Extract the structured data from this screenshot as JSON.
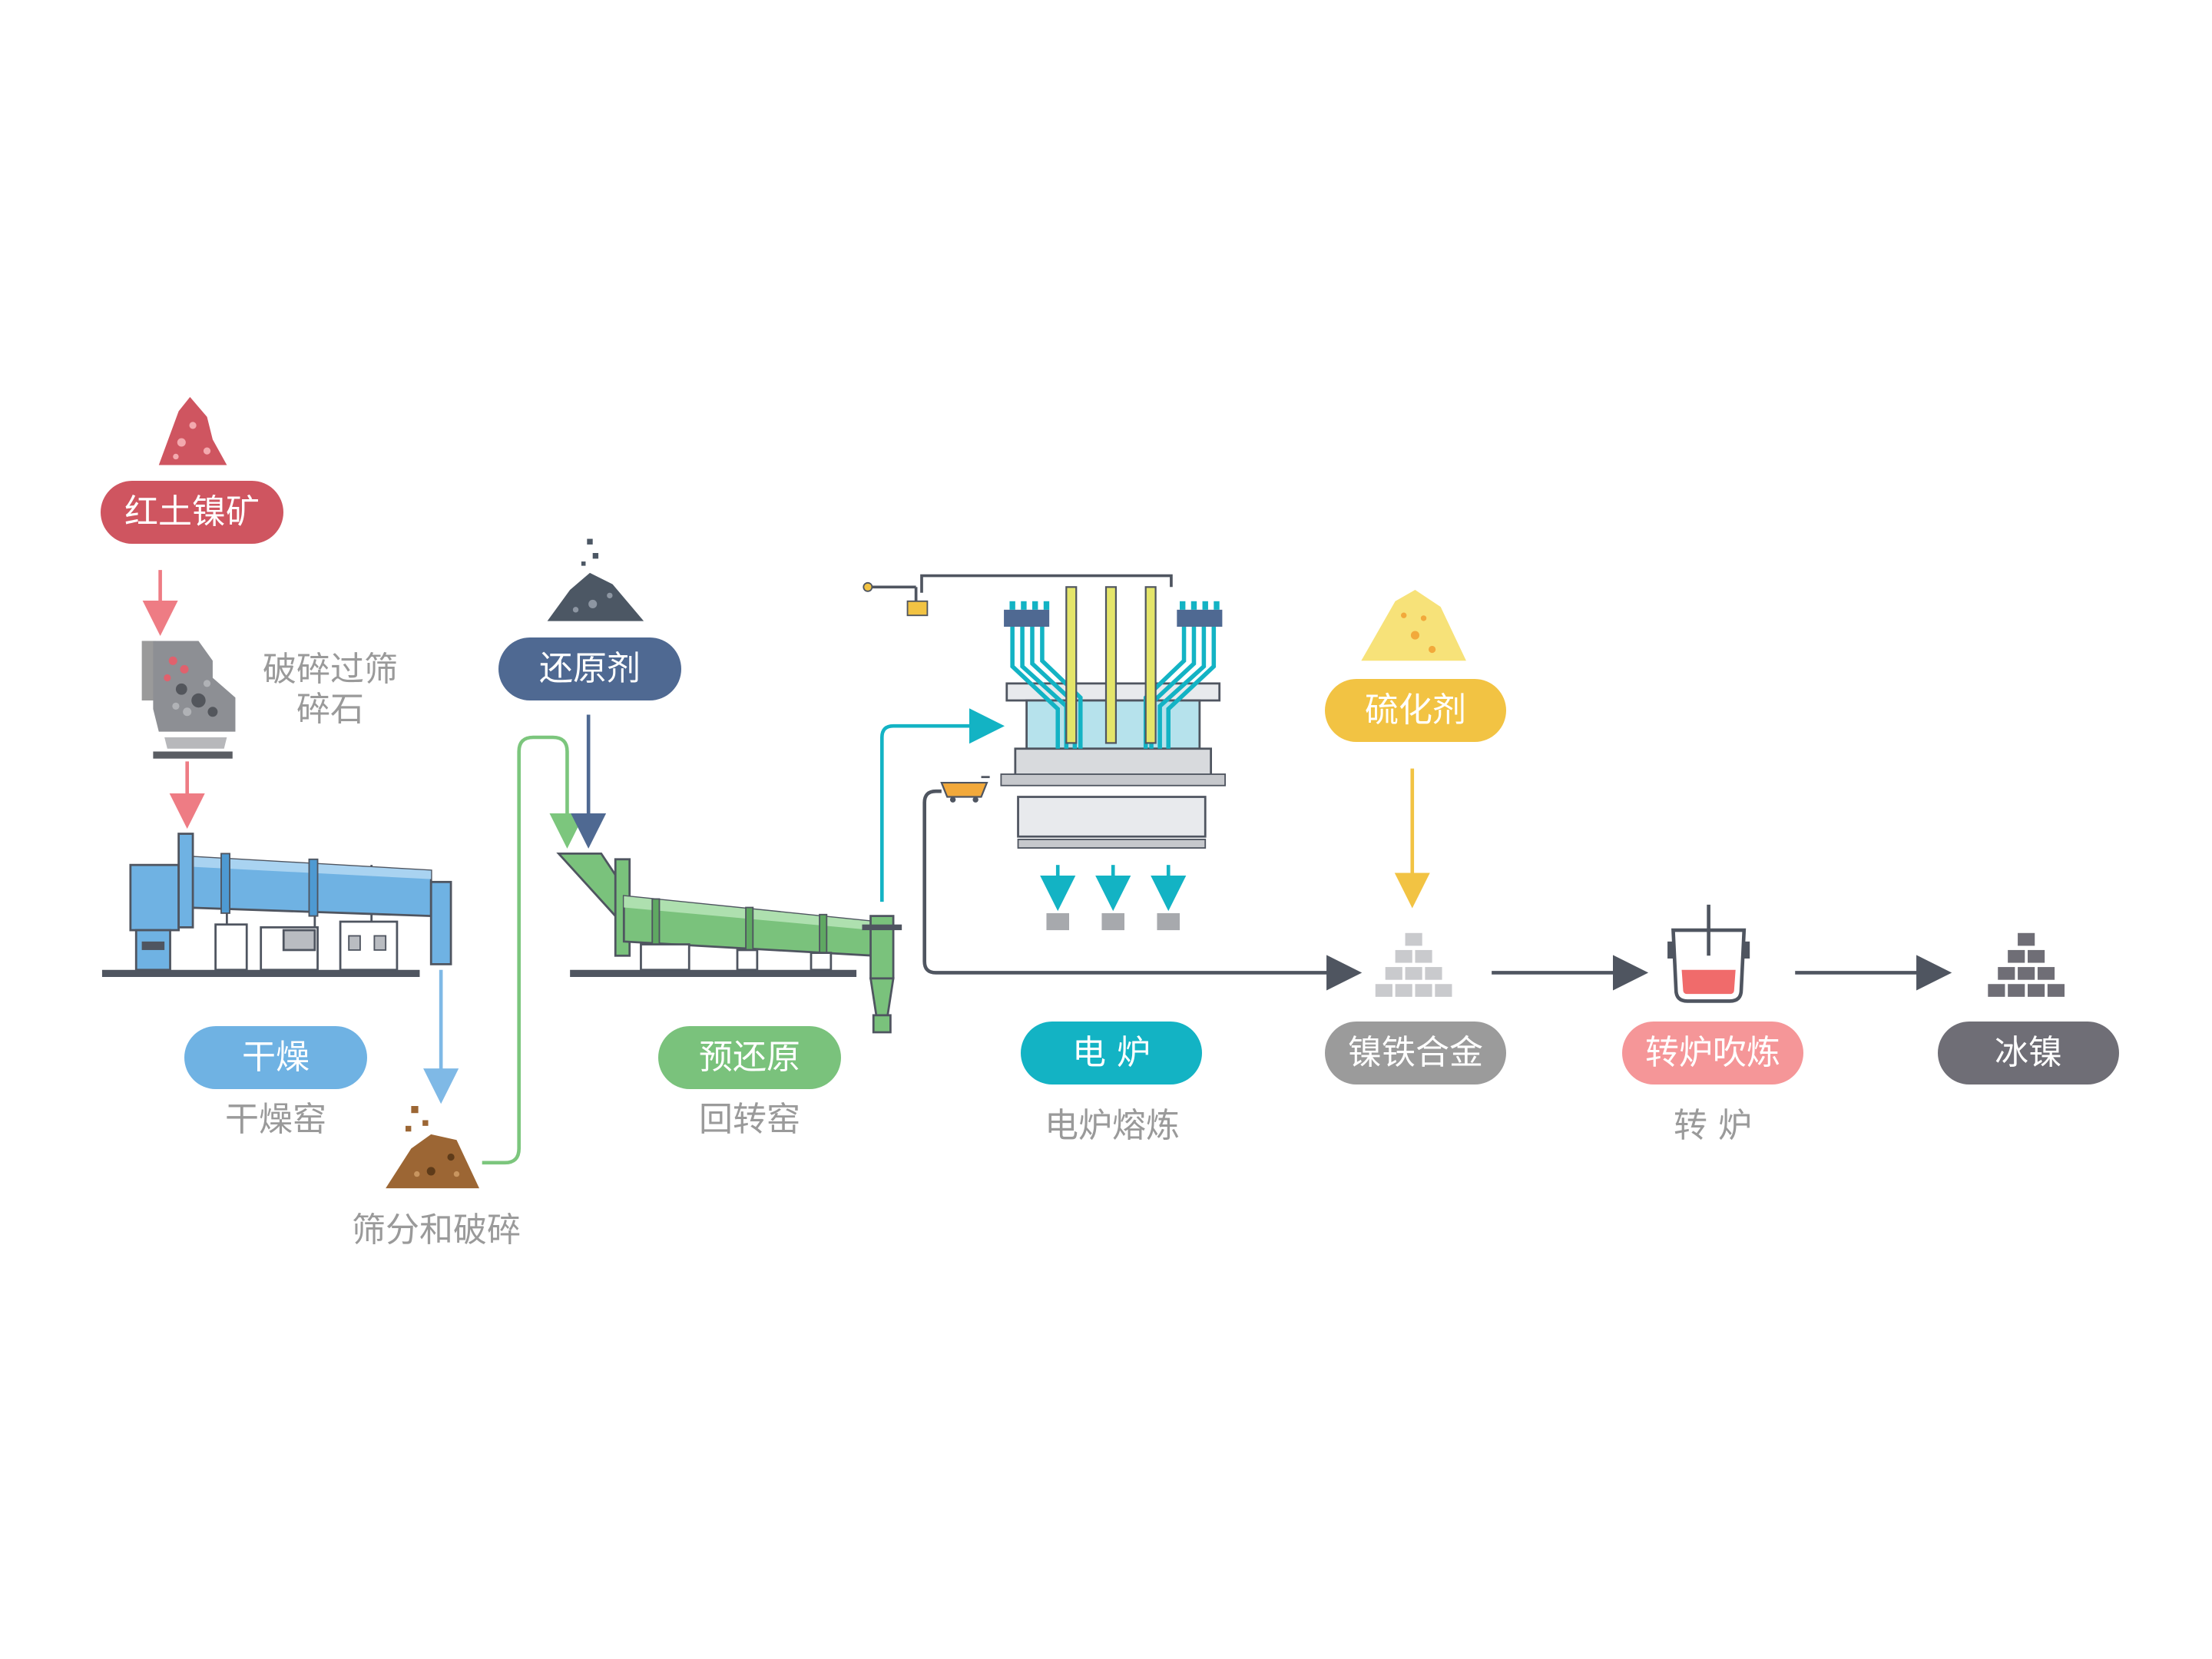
{
  "colors": {
    "ore": "#cf5560",
    "ore_arrow": "#ee7c84",
    "dry": "#6fb2e3",
    "dry_arrow": "#7fb9e6",
    "reductant": "#4f6992",
    "prereduce": "#7ac27c",
    "prereduce_arrow": "#7cc67d",
    "furnace": "#13b3c4",
    "sulfur": "#f2c343",
    "alloy": "#9b9b9b",
    "converter": "#f59698",
    "ice": "#6f6e76",
    "flow": "#4f5560",
    "caption": "#9a9a9a"
  },
  "stages": {
    "ore": {
      "label": "红土镍矿",
      "icon": "ore-pile-icon"
    },
    "crush": {
      "caption_line1": "破碎过筛",
      "caption_line2": "碎石",
      "icon": "crusher-icon"
    },
    "dry": {
      "label": "干燥",
      "caption": "干燥窑",
      "icon": "drying-kiln-icon"
    },
    "screen": {
      "caption": "筛分和破碎",
      "icon": "screened-pile-icon"
    },
    "reductant": {
      "label": "还原剂",
      "icon": "reductant-pile-icon"
    },
    "prereduce": {
      "label": "预还原",
      "caption": "回转窑",
      "icon": "rotary-kiln-icon"
    },
    "furnace": {
      "label": "电 炉",
      "caption": "电炉熔炼",
      "icon": "electric-furnace-icon"
    },
    "sulfur": {
      "label": "硫化剂",
      "icon": "sulfur-pile-icon"
    },
    "alloy": {
      "label": "镍铁合金",
      "icon": "alloy-ingots-icon"
    },
    "converter": {
      "label": "转炉吹炼",
      "caption": "转 炉",
      "icon": "converter-icon"
    },
    "ice": {
      "label": "冰镍",
      "icon": "matte-ingots-icon"
    }
  }
}
